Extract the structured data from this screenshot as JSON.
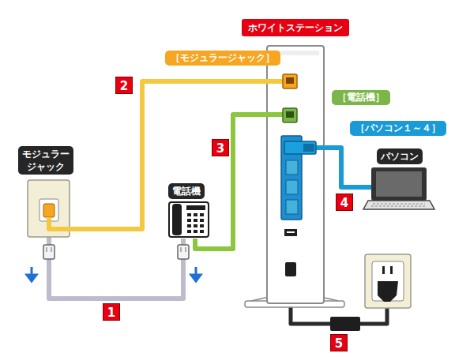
{
  "diagram": {
    "nodes": [
      {
        "text": [
          "ホワイトステーション"
        ]
      },
      {
        "text": [
          "［モジュラージャック］"
        ]
      },
      {
        "text": [
          "［電話機］"
        ]
      },
      {
        "text": [
          "［パソコン１～４］"
        ]
      },
      {
        "text": [
          "モジュラー ジャック"
        ]
      },
      {
        "text": [
          "電話機"
        ]
      },
      {
        "text": [
          "パソコン"
        ]
      }
    ],
    "edges": [
      {
        "from": 4,
        "to": 0,
        "arrow": "none"
      },
      {
        "from": 5,
        "to": 0,
        "arrow": "none"
      },
      {
        "from": 0,
        "to": 6,
        "arrow": "none"
      },
      {
        "from": 4,
        "to": 5,
        "arrow": "none"
      }
    ],
    "labels": [
      "1",
      "2",
      "3",
      "4",
      "5"
    ]
  }
}
